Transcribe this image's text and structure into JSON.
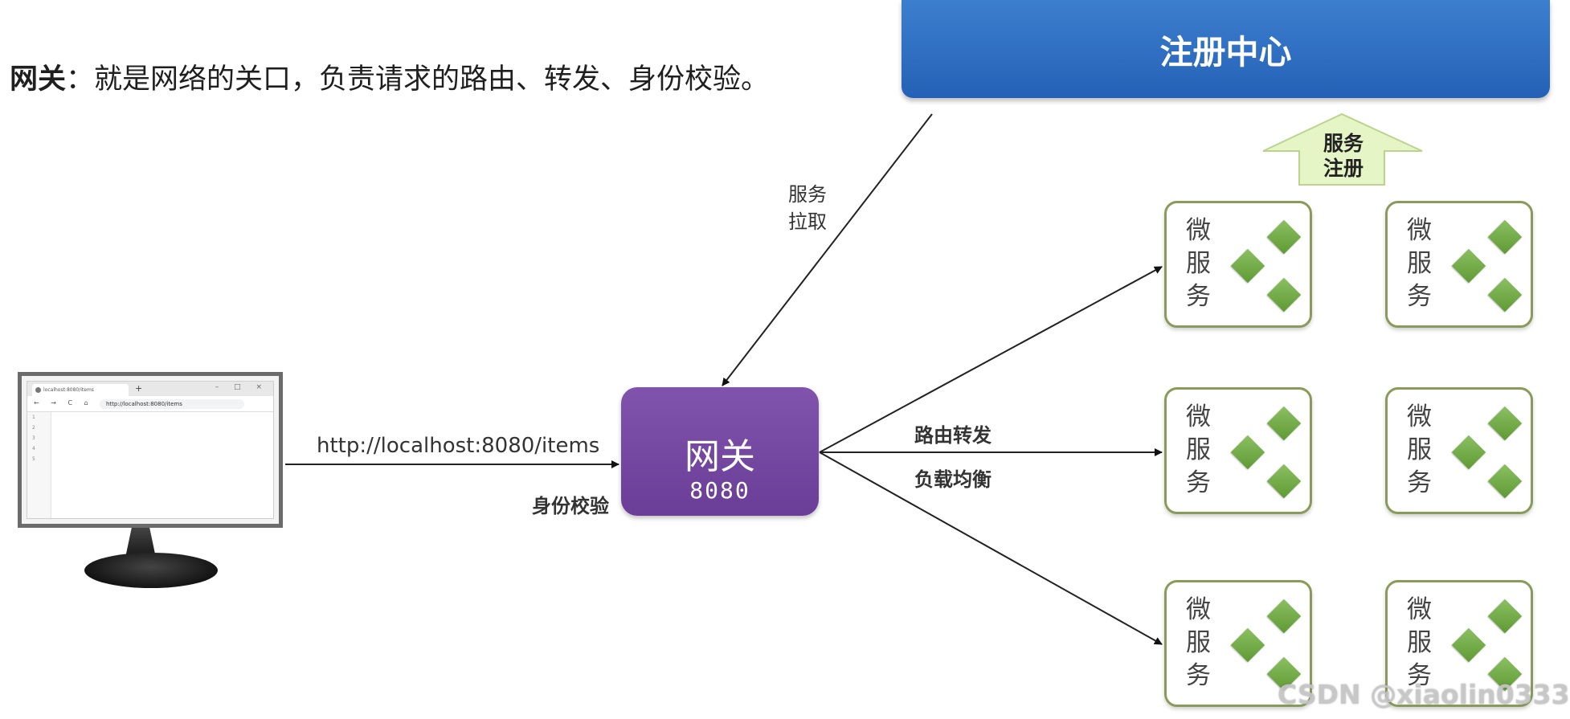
{
  "heading": {
    "term": "网关",
    "definition": "：就是网络的关口，负责请求的路由、转发、身份校验。"
  },
  "registry": {
    "label": "注册中心"
  },
  "service_pull_label": [
    "服务",
    "拉取"
  ],
  "service_register_label": [
    "服务",
    "注册"
  ],
  "gateway": {
    "name": "网关",
    "port": "8080"
  },
  "request": {
    "url": "http://localhost:8080/items",
    "auth_label": "身份校验"
  },
  "routing": {
    "route_label": "路由转发",
    "balance_label": "负载均衡"
  },
  "browser": {
    "tab_title": "localhost:8080/items",
    "address": "http://localhost:8080/items",
    "new_tab": "+",
    "window_controls": "– □ ×",
    "nav_buttons": "← → C ⌂",
    "line_numbers": [
      "1",
      "2",
      "3",
      "4",
      "5"
    ]
  },
  "microservices": [
    {
      "label": "微服务"
    },
    {
      "label": "微服务"
    },
    {
      "label": "微服务"
    },
    {
      "label": "微服务"
    },
    {
      "label": "微服务"
    },
    {
      "label": "微服务"
    }
  ],
  "watermark": "CSDN @xiaolin0333",
  "colors": {
    "registry": "#2f6fc3",
    "gateway": "#7548a3",
    "service_border": "#8a9a5b",
    "diamond": "#7cb342",
    "arrow_fill": "#e6f5c6"
  }
}
